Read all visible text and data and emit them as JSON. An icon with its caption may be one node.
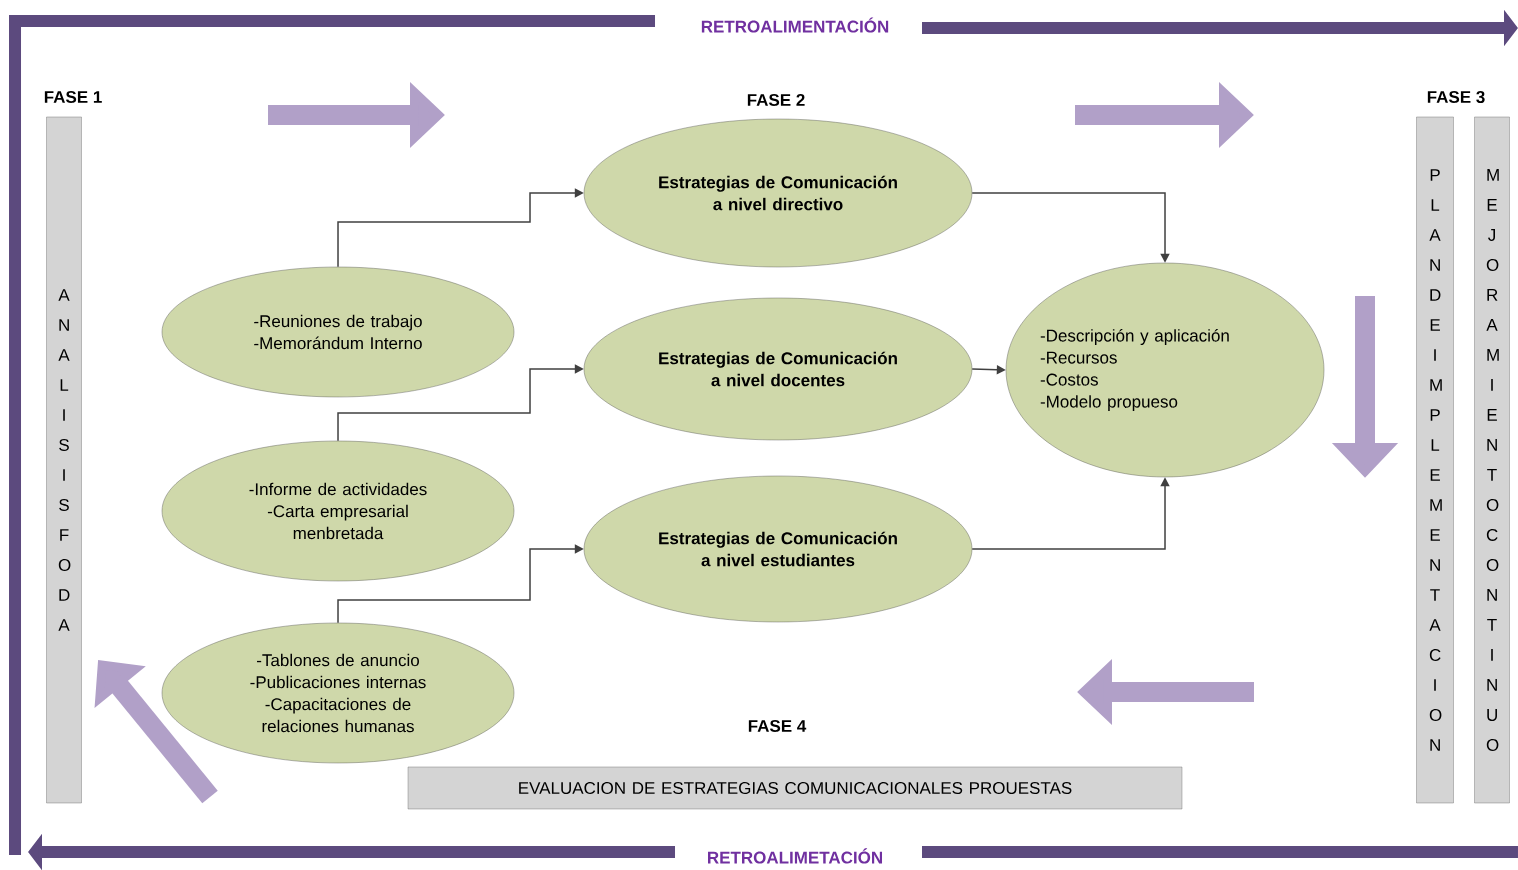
{
  "diagram": {
    "nodes": [
      {
        "text": [
          "A N A L I S I S F O D A"
        ],
        "beside": [
          "FASE 1"
        ]
      },
      {
        "text": [
          "-Reuniones de trabajo",
          "-Memorándum Interno"
        ]
      },
      {
        "text": [
          "Estrategias de Comunicación a nivel directivo"
        ],
        "beside": [
          "FASE 2"
        ]
      },
      {
        "text": [
          "-Informe de actividades",
          "-Carta empresarial menbretada"
        ]
      },
      {
        "text": [
          "Estrategias de Comunicación a nivel docentes"
        ]
      },
      {
        "text": [
          "-Tablones de anuncio",
          "-Publicaciones internas",
          "-Capacitaciones de relaciones humanas"
        ]
      },
      {
        "text": [
          "Estrategias de Comunicación a nivel estudiantes"
        ]
      },
      {
        "text": [
          "-Descripción y aplicación",
          "-Recursos",
          "-Costos",
          "-Modelo propueso"
        ]
      },
      {
        "text": [
          "P L A N D E I M P L E M E N T A C I O N"
        ],
        "beside": [
          "FASE 3"
        ]
      },
      {
        "text": [
          "M E J O R A M I E N T O C O N T I N U O"
        ]
      },
      {
        "text": [
          "EVALUACION DE ESTRATEGIAS COMUNICACIONALES PROUESTAS"
        ],
        "beside": [
          "FASE 4"
        ]
      }
    ],
    "edges": [
      {
        "from": 1,
        "to": 2,
        "arrow": "to"
      },
      {
        "from": 3,
        "to": 4,
        "arrow": "to"
      },
      {
        "from": 5,
        "to": 6,
        "arrow": "to"
      },
      {
        "from": 2,
        "to": 7,
        "arrow": "to"
      },
      {
        "from": 4,
        "to": 7,
        "arrow": "to"
      },
      {
        "from": 6,
        "to": 7,
        "arrow": "to"
      },
      {
        "from": null,
        "to": 0,
        "arrow": "to",
        "style": "thick",
        "color": "#b1a0c8"
      }
    ],
    "labels": [
      "RETROALIMENTACIÓN",
      "RETROALIMETACIÓN"
    ]
  }
}
